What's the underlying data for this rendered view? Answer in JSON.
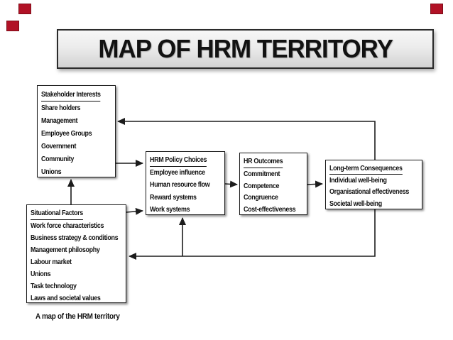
{
  "title": {
    "text": "MAP OF HRM TERRITORY"
  },
  "caption": "A map of the HRM territory",
  "boxes": {
    "stakeholder": {
      "header": "Stakeholder Interests",
      "items": [
        "Share holders",
        "Management",
        "Employee Groups",
        "Government",
        "Community",
        "Unions"
      ]
    },
    "situational": {
      "header": "Situational Factors",
      "items": [
        "Work force characteristics",
        "Business strategy & conditions",
        "Management philosophy",
        "Labour market",
        "Unions",
        "Task technology",
        "Laws and societal values"
      ]
    },
    "policy": {
      "header": "HRM Policy Choices",
      "items": [
        "Employee influence",
        "Human resource flow",
        "Reward systems",
        "Work systems"
      ]
    },
    "outcomes": {
      "header": "HR Outcomes",
      "items": [
        "Commitment",
        "Competence",
        "Congruence",
        "Cost-effectiveness"
      ]
    },
    "consequences": {
      "header": "Long-term Consequences",
      "items": [
        "Individual well-being",
        "Organisational effectiveness",
        "Societal well-being"
      ]
    }
  },
  "arrows": [
    {
      "from": "situational-factors",
      "to": "stakeholder-interests"
    },
    {
      "from": "stakeholder-interests",
      "to": "hrm-policy-choices"
    },
    {
      "from": "situational-factors",
      "to": "hrm-policy-choices"
    },
    {
      "from": "hrm-policy-choices",
      "to": "hr-outcomes"
    },
    {
      "from": "hr-outcomes",
      "to": "long-term-consequences"
    },
    {
      "from": "long-term-consequences",
      "to": "stakeholder-interests"
    },
    {
      "from": "long-term-consequences",
      "to": "situational-factors"
    },
    {
      "from": "long-term-consequences",
      "to": "hrm-policy-choices"
    }
  ],
  "colors": {
    "line": "#1c1c1c",
    "box_border": "#1c1c1c",
    "title_text": "#121212",
    "red_marker": "#b11226",
    "banner_gradient_top": "#f7f7f7",
    "banner_gradient_bottom": "#d2d2d2"
  }
}
